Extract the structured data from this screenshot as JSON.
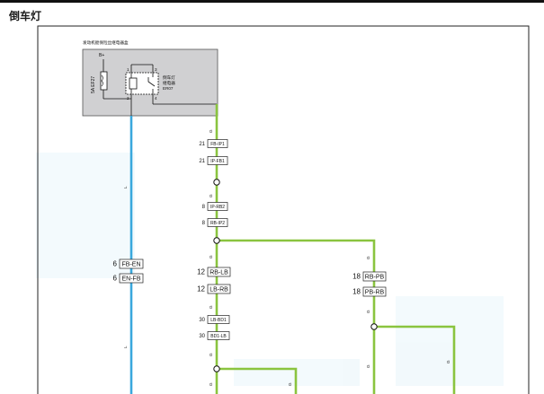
{
  "page": {
    "title": "倒车灯"
  },
  "relay_box": {
    "name": "发动机舱保险丝继电器盒",
    "supply": "B+",
    "fuse": "5A EF27",
    "relay_name_line1": "倒车灯",
    "relay_name_line2": "继电器",
    "relay_code": "ER07",
    "pins": [
      "1",
      "3",
      "2",
      "4"
    ]
  },
  "wire_colors": {
    "green": "#8ac43f",
    "blue": "#3aa8dd",
    "green_letter": "G",
    "blue_letter": "L"
  },
  "connectors": [
    {
      "pin": "21",
      "code": "FB-IP1"
    },
    {
      "pin": "21",
      "code": "IP-FB1"
    },
    {
      "pin": "8",
      "code": "IP-RB2"
    },
    {
      "pin": "8",
      "code": "RB-IP2"
    },
    {
      "pin": "12",
      "code": "RB-LB"
    },
    {
      "pin": "12",
      "code": "LB-RB"
    },
    {
      "pin": "30",
      "code": "LB-BD1"
    },
    {
      "pin": "30",
      "code": "BD1-LB"
    },
    {
      "pin": "6",
      "code": "FB-EN"
    },
    {
      "pin": "6",
      "code": "EN-FB"
    },
    {
      "pin": "18",
      "code": "RB-PB"
    },
    {
      "pin": "18",
      "code": "PB-RB"
    }
  ]
}
